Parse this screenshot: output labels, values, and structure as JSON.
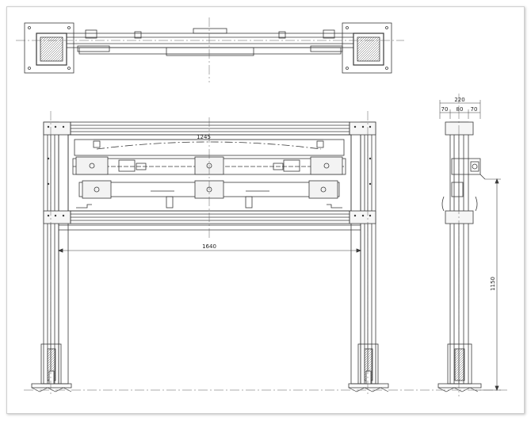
{
  "drawing": {
    "line_color": "#3a3a3a",
    "center_line_color": "#5a5a5a",
    "views": {
      "top_view": {
        "name": "top-view"
      },
      "front_view": {
        "name": "front-view",
        "dim_inner_beam": "1245",
        "dim_opening": "1640"
      },
      "side_view": {
        "name": "side-view",
        "dim_total_width": "220",
        "dim_left": "70",
        "dim_middle": "80",
        "dim_right": "70",
        "dim_height": "1150"
      }
    }
  }
}
